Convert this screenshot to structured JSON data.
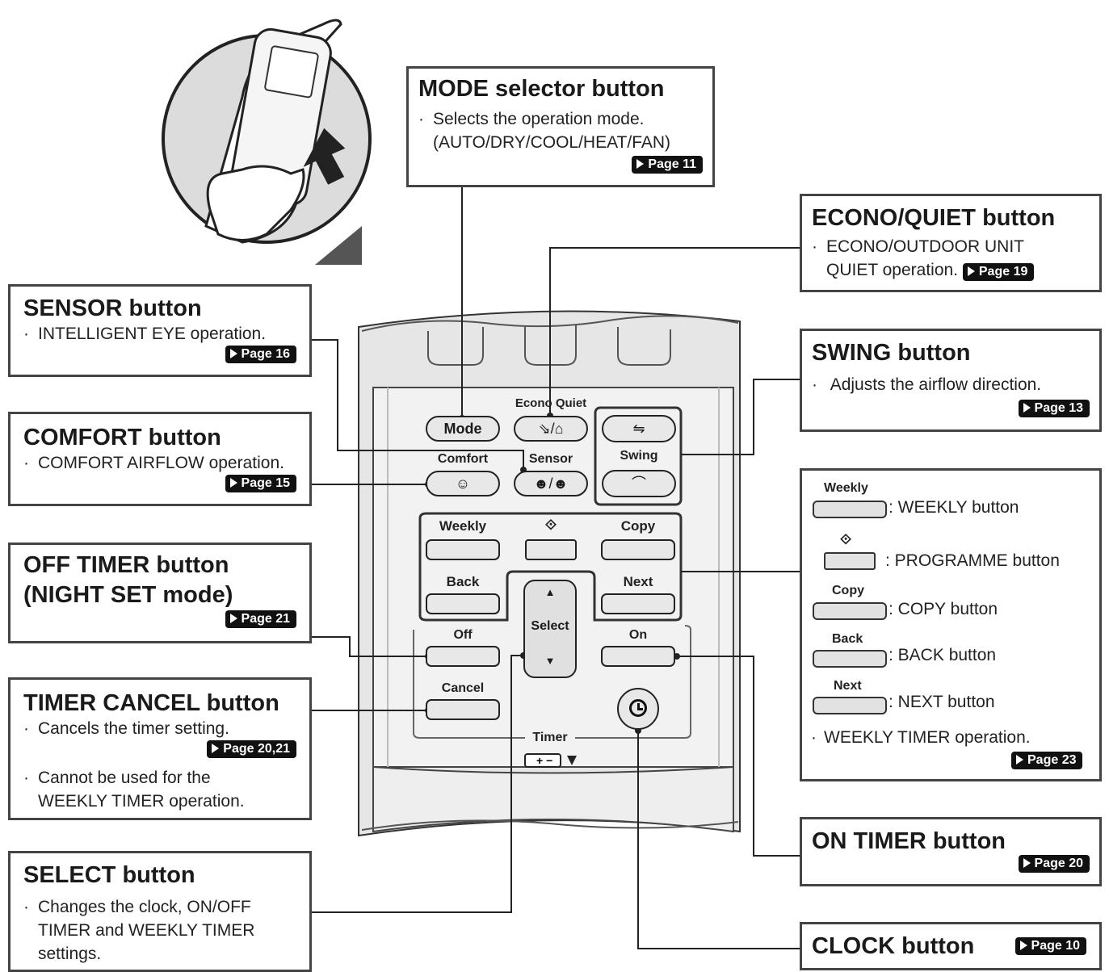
{
  "illustration": {
    "icon": "hand-holding-remote-icon"
  },
  "remote": {
    "labels": {
      "mode": "Mode",
      "econo_quiet": "Econo Quiet",
      "comfort": "Comfort",
      "sensor": "Sensor",
      "swing": "Swing",
      "weekly": "Weekly",
      "copy": "Copy",
      "back": "Back",
      "next": "Next",
      "select": "Select",
      "off": "Off",
      "on": "On",
      "cancel": "Cancel",
      "timer": "Timer"
    }
  },
  "callouts": {
    "mode": {
      "title": "MODE selector button",
      "desc1": "Selects the operation mode.",
      "desc2": "(AUTO/DRY/COOL/HEAT/FAN)",
      "page": "Page 11"
    },
    "econo": {
      "title": "ECONO/QUIET button",
      "desc1": "ECONO/OUTDOOR UNIT",
      "desc2": "QUIET operation.",
      "page": "Page 19"
    },
    "sensor": {
      "title": "SENSOR button",
      "desc1": "INTELLIGENT EYE operation.",
      "page": "Page 16"
    },
    "swing": {
      "title": "SWING button",
      "desc1": "Adjusts the airflow direction.",
      "page": "Page 13"
    },
    "comfort": {
      "title": "COMFORT button",
      "desc1": "COMFORT AIRFLOW operation.",
      "page": "Page 15"
    },
    "off_timer": {
      "title1": "OFF TIMER button",
      "title2": "(NIGHT SET mode)",
      "page": "Page 21"
    },
    "timer_cancel": {
      "title": "TIMER CANCEL button",
      "desc1": "Cancels the timer setting.",
      "page": "Page 20,21",
      "desc2": "Cannot be used for the",
      "desc3": "WEEKLY TIMER operation."
    },
    "select": {
      "title": "SELECT button",
      "desc1": "Changes the clock, ON/OFF",
      "desc2": "TIMER and WEEKLY TIMER",
      "desc3": "settings."
    },
    "weekly_group": {
      "items": [
        {
          "label": "Weekly",
          "text": ": WEEKLY button"
        },
        {
          "label": "",
          "text": ":  PROGRAMME button"
        },
        {
          "label": "Copy",
          "text": ": COPY button"
        },
        {
          "label": "Back",
          "text": ": BACK button"
        },
        {
          "label": "Next",
          "text": ": NEXT button"
        }
      ],
      "desc": "WEEKLY TIMER operation.",
      "page": "Page 23"
    },
    "on_timer": {
      "title": "ON TIMER button",
      "page": "Page 20"
    },
    "clock": {
      "title": "CLOCK button",
      "page": "Page 10"
    }
  }
}
